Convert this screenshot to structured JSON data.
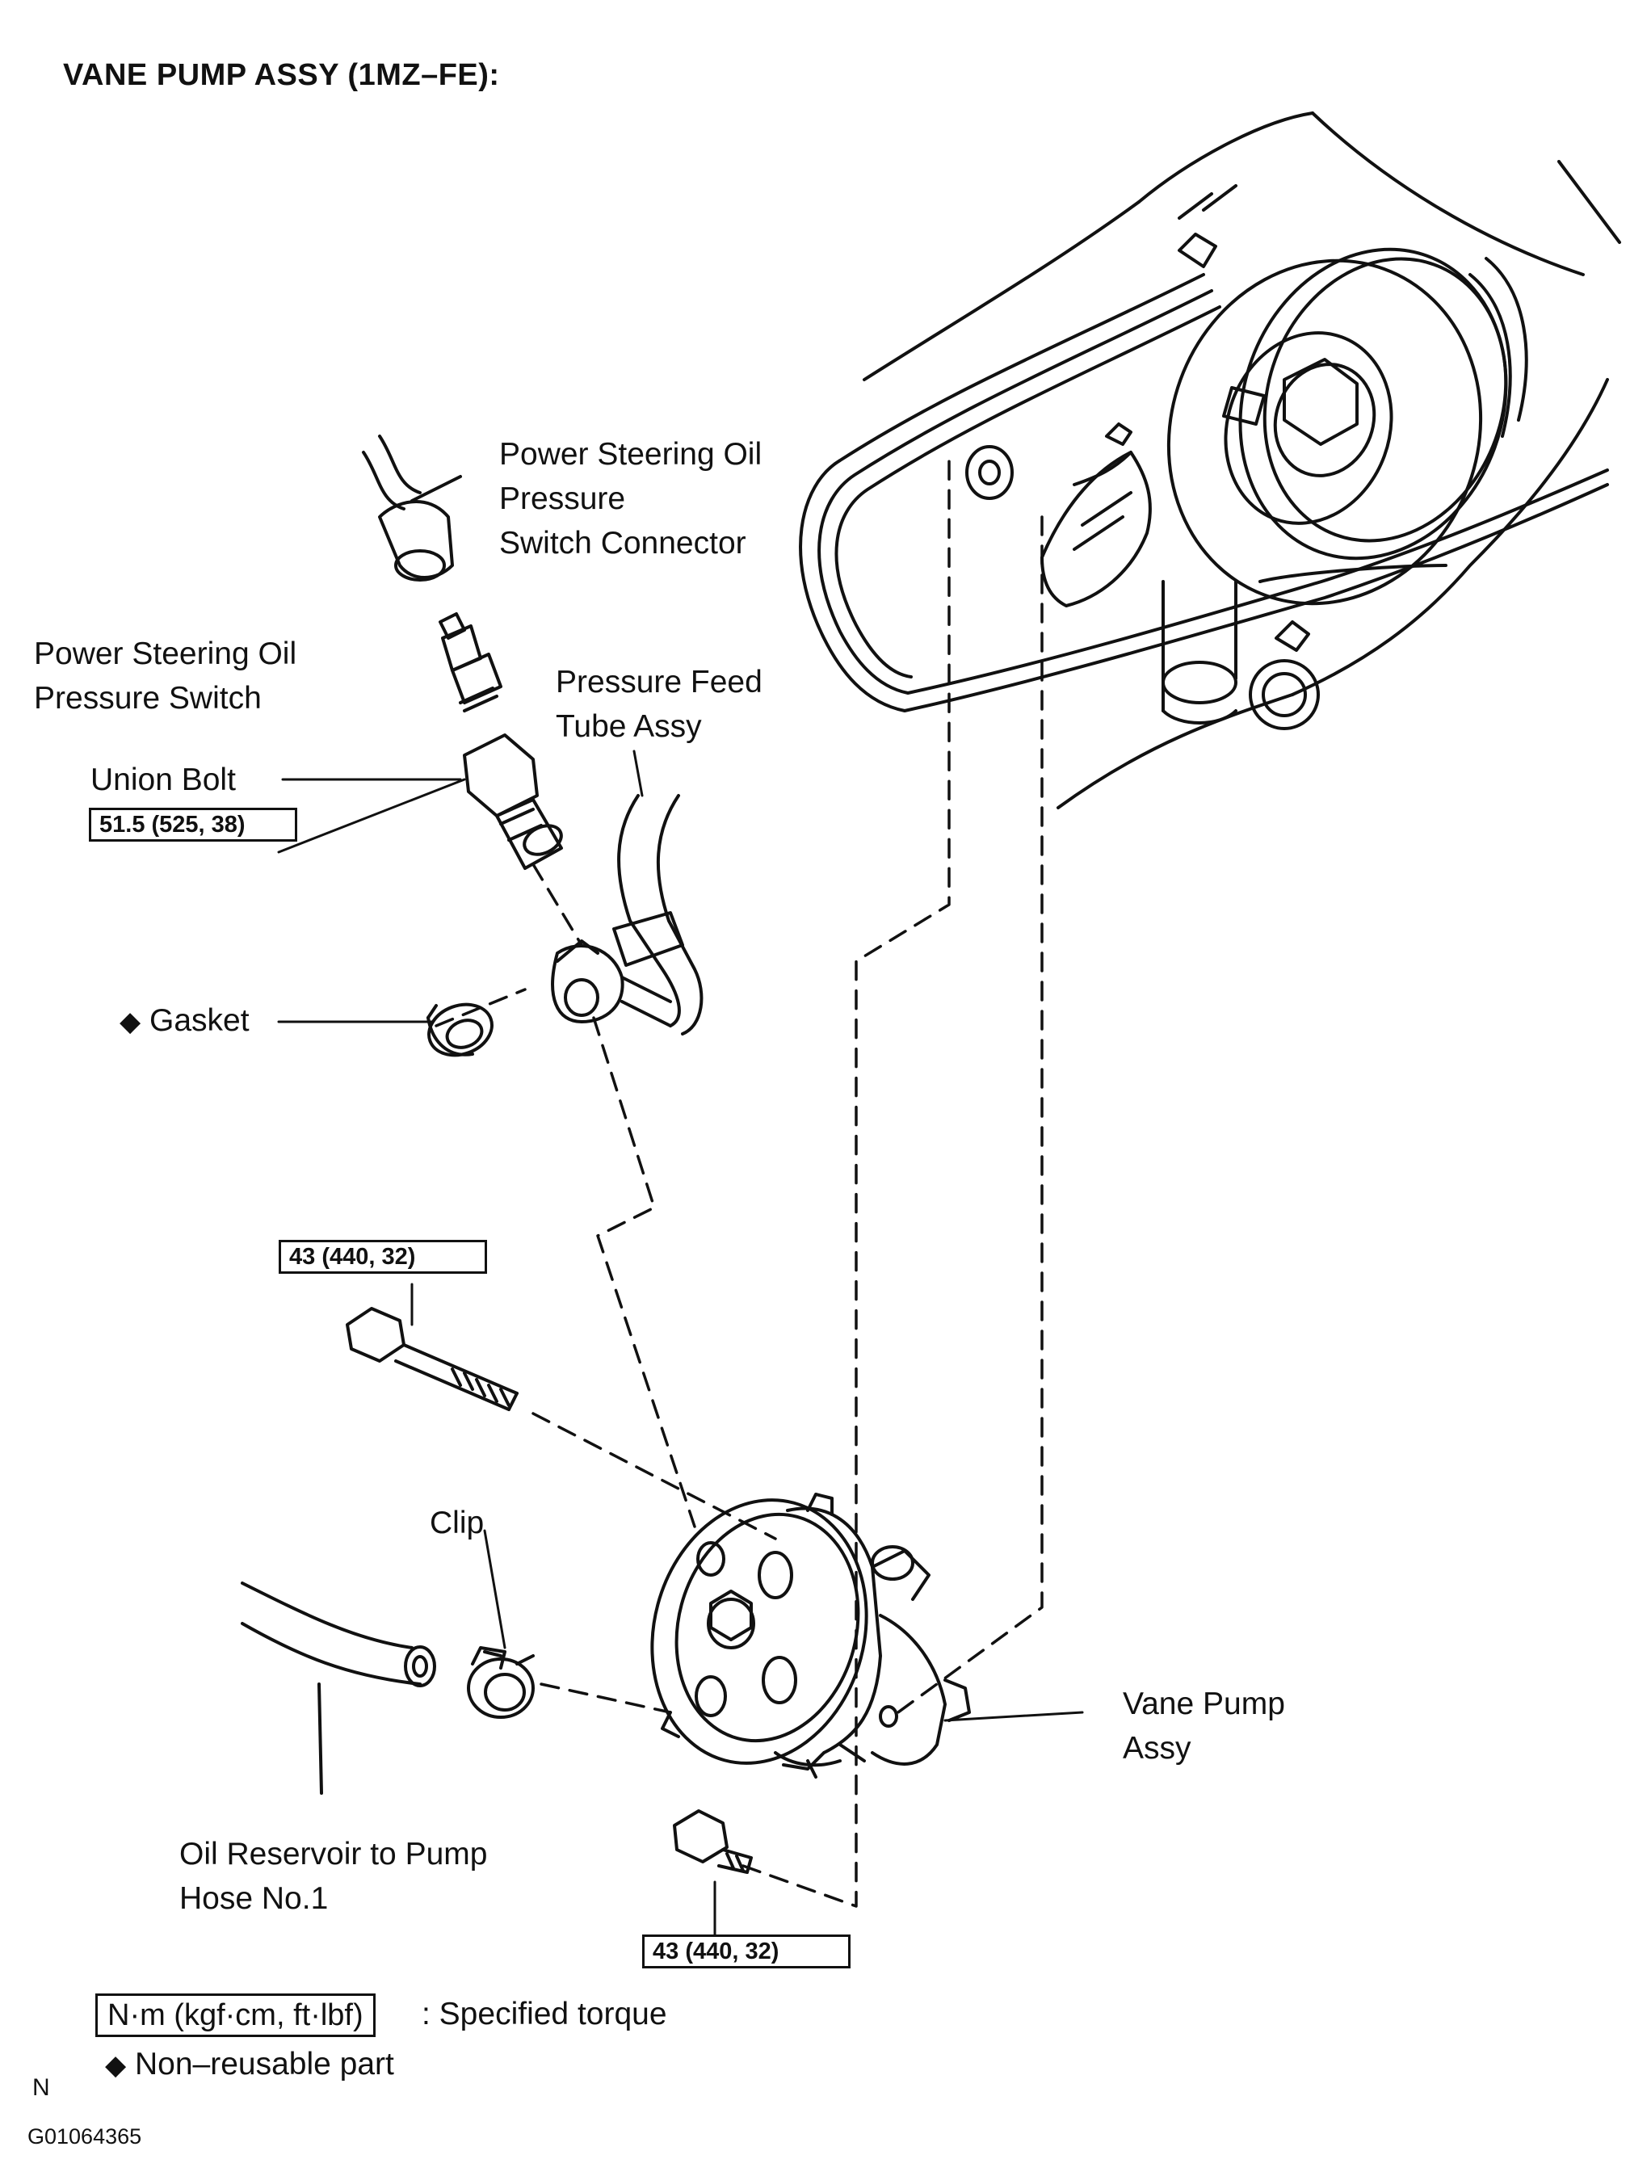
{
  "title": "VANE PUMP ASSY (1MZ–FE):",
  "labels": {
    "connector_1": "Power Steering Oil",
    "connector_2": "Pressure",
    "connector_3": "Switch Connector",
    "switch_1": "Power Steering Oil",
    "switch_2": "Pressure Switch",
    "feed_1": "Pressure Feed",
    "feed_2": "Tube Assy",
    "union_bolt": "Union Bolt",
    "gasket": "Gasket",
    "clip": "Clip",
    "pump_1": "Vane Pump",
    "pump_2": "Assy",
    "hose_1": "Oil Reservoir to Pump",
    "hose_2": "Hose No.1"
  },
  "torque": {
    "union_bolt": "51.5 (525, 38)",
    "long_bolt": "43 (440, 32)",
    "lower_bolt": "43 (440, 32)"
  },
  "legend": {
    "torque_unit": "N·m (kgf·cm, ft·lbf)",
    "torque_desc": ": Specified torque",
    "non_reusable": "Non–reusable part",
    "diamond": "◆"
  },
  "footer": {
    "letter": "N",
    "code": "G01064365"
  }
}
